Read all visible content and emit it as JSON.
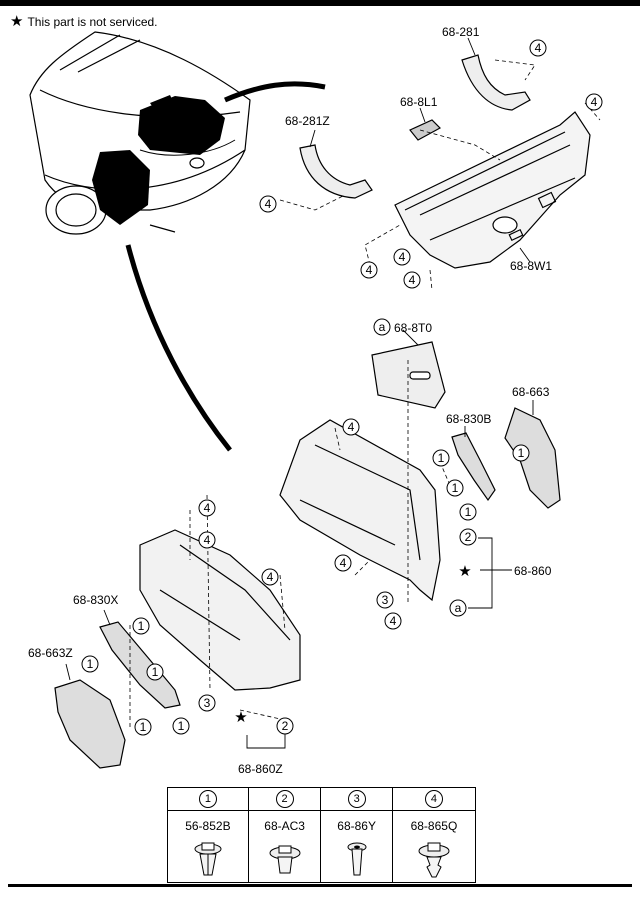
{
  "note": {
    "star_icon": "★",
    "text": "This part is not serviced."
  },
  "callouts": {
    "p68_281": "68-281",
    "p68_8L1": "68-8L1",
    "p68_281Z": "68-281Z",
    "p68_8W1": "68-8W1",
    "p68_8T0": "68-8T0",
    "p68_663": "68-663",
    "p68_830B": "68-830B",
    "p68_860": "68-860",
    "p68_830X": "68-830X",
    "p68_663Z": "68-663Z",
    "p68_860Z": "68-860Z",
    "ref_a": "a",
    "star": "★"
  },
  "legend": {
    "columns": [
      {
        "key": "1",
        "part": "56-852B",
        "icon": "push-clip-icon"
      },
      {
        "key": "2",
        "part": "68-AC3",
        "icon": "rivet-clip-icon"
      },
      {
        "key": "3",
        "part": "68-86Y",
        "icon": "pin-clip-icon"
      },
      {
        "key": "4",
        "part": "68-865Q",
        "icon": "fir-tree-clip-icon"
      }
    ]
  }
}
